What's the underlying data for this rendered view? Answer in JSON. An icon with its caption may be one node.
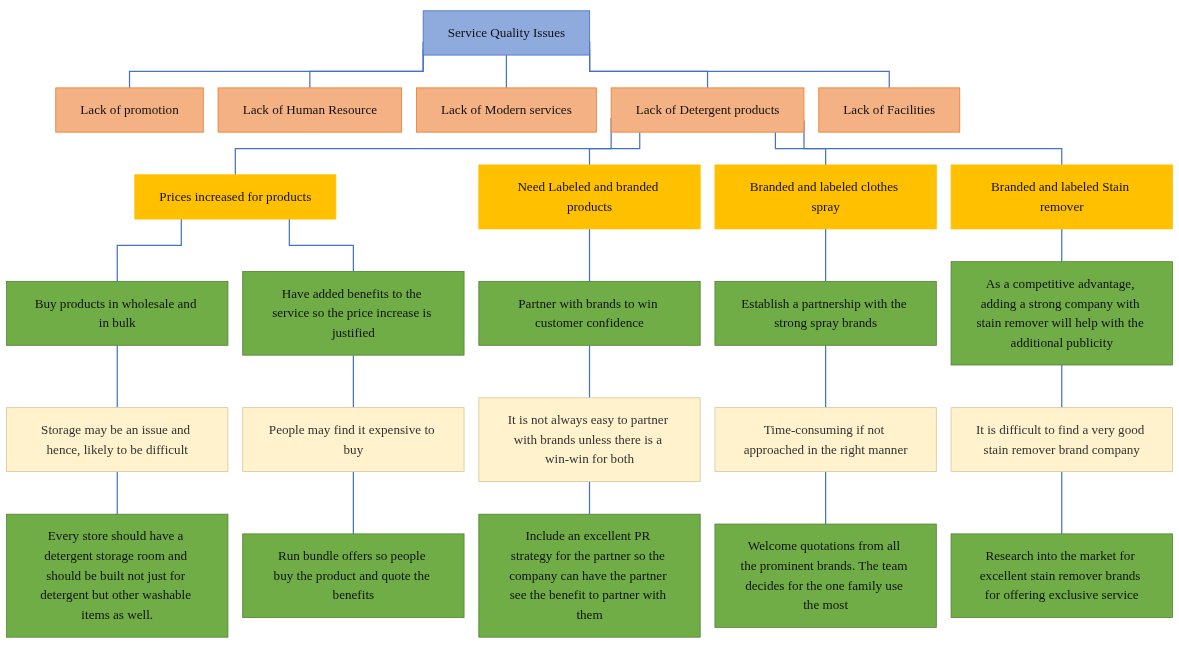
{
  "diagram": {
    "nodes": [
      {
        "text": [
          "Service Quality Issues"
        ]
      },
      {
        "text": [
          "Lack of promotion"
        ]
      },
      {
        "text": [
          "Lack of Human Resource"
        ]
      },
      {
        "text": [
          "Lack of Modern services"
        ]
      },
      {
        "text": [
          "Lack of Detergent products"
        ]
      },
      {
        "text": [
          "Lack of Facilities"
        ]
      },
      {
        "text": [
          "Prices increased for products"
        ]
      },
      {
        "text": [
          "Need Labeled and branded products"
        ]
      },
      {
        "text": [
          "Branded and labeled clothes spray"
        ]
      },
      {
        "text": [
          "Branded and labeled Stain remover"
        ]
      },
      {
        "text": [
          "Buy products in wholesale and in bulk"
        ]
      },
      {
        "text": [
          "Have added benefits to the service so the price increase is justified"
        ]
      },
      {
        "text": [
          "Partner with brands to win customer confidence"
        ]
      },
      {
        "text": [
          "Establish a partnership with the strong spray brands"
        ]
      },
      {
        "text": [
          "As a competitive advantage, adding a strong company with stain remover will help with the additional publicity"
        ]
      },
      {
        "text": [
          "Storage may be an issue and hence, likely to be difficult"
        ]
      },
      {
        "text": [
          "People may find it expensive to buy"
        ]
      },
      {
        "text": [
          "It is not always easy to partner with brands unless there is a win-win for both"
        ]
      },
      {
        "text": [
          "Time-consuming if not approached in the right manner"
        ]
      },
      {
        "text": [
          "It is difficult to find a very good stain remover brand company"
        ]
      },
      {
        "text": [
          "Every store should have a detergent storage room and should be built not just for detergent but other washable items as well."
        ]
      },
      {
        "text": [
          "Run bundle offers so people buy the product and quote the benefits"
        ]
      },
      {
        "text": [
          "Include an excellent PR strategy for the partner so the company can have the partner see the benefit to partner with them"
        ]
      },
      {
        "text": [
          "Welcome quotations from all the prominent brands. The team decides for the one family use the most"
        ]
      },
      {
        "text": [
          "Research into the market for excellent stain remover brands for offering exclusive service"
        ]
      }
    ],
    "edges": [
      {
        "from": 0,
        "to": 1,
        "arrow": "none"
      },
      {
        "from": 0,
        "to": 2,
        "arrow": "none"
      },
      {
        "from": 0,
        "to": 3,
        "arrow": "none"
      },
      {
        "from": 0,
        "to": 4,
        "arrow": "none"
      },
      {
        "from": 0,
        "to": 5,
        "arrow": "none"
      },
      {
        "from": 4,
        "to": 6,
        "arrow": "none"
      },
      {
        "from": 4,
        "to": 7,
        "arrow": "none"
      },
      {
        "from": 4,
        "to": 8,
        "arrow": "none"
      },
      {
        "from": 4,
        "to": 9,
        "arrow": "none"
      },
      {
        "from": 6,
        "to": 10,
        "arrow": "none"
      },
      {
        "from": 6,
        "to": 11,
        "arrow": "none"
      },
      {
        "from": 7,
        "to": 12,
        "arrow": "none"
      },
      {
        "from": 8,
        "to": 13,
        "arrow": "none"
      },
      {
        "from": 9,
        "to": 14,
        "arrow": "none"
      },
      {
        "from": 10,
        "to": 15,
        "arrow": "none"
      },
      {
        "from": 11,
        "to": 16,
        "arrow": "none"
      },
      {
        "from": 12,
        "to": 17,
        "arrow": "none"
      },
      {
        "from": 13,
        "to": 18,
        "arrow": "none"
      },
      {
        "from": 14,
        "to": 19,
        "arrow": "none"
      },
      {
        "from": 15,
        "to": 20,
        "arrow": "none"
      },
      {
        "from": 16,
        "to": 21,
        "arrow": "none"
      },
      {
        "from": 17,
        "to": 22,
        "arrow": "none"
      },
      {
        "from": 18,
        "to": 23,
        "arrow": "none"
      },
      {
        "from": 19,
        "to": 24,
        "arrow": "none"
      }
    ]
  }
}
